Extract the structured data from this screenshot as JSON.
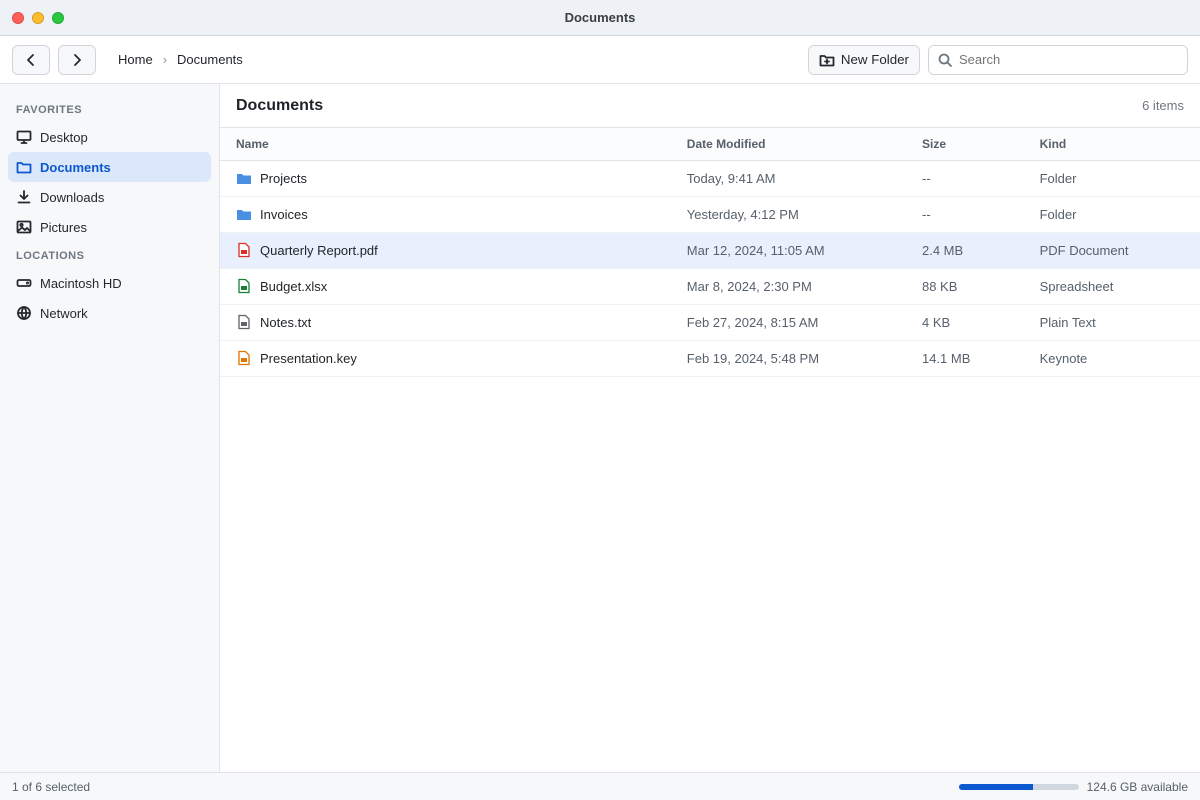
{
  "window": {
    "title": "Documents"
  },
  "toolbar": {
    "back_label": "",
    "forward_label": "",
    "new_folder_label": "New Folder",
    "breadcrumb": [
      "Home",
      "Documents"
    ],
    "search_placeholder": "Search"
  },
  "sidebar": {
    "heading_favorites": "Favorites",
    "favorites": [
      {
        "label": "Desktop",
        "icon": "desktop-icon"
      },
      {
        "label": "Documents",
        "icon": "folder-icon",
        "active": true
      },
      {
        "label": "Downloads",
        "icon": "download-icon"
      },
      {
        "label": "Pictures",
        "icon": "image-icon"
      }
    ],
    "heading_locations": "Locations",
    "locations": [
      {
        "label": "Macintosh HD",
        "icon": "drive-icon"
      },
      {
        "label": "Network",
        "icon": "network-icon"
      }
    ]
  },
  "main": {
    "title": "Documents",
    "item_count": "6 items",
    "columns": [
      "Name",
      "Date Modified",
      "Size",
      "Kind"
    ],
    "rows": [
      {
        "name": "Projects",
        "modified": "Today, 9:41 AM",
        "size": "--",
        "kind": "Folder",
        "type": "folder"
      },
      {
        "name": "Invoices",
        "modified": "Yesterday, 4:12 PM",
        "size": "--",
        "kind": "Folder",
        "type": "folder"
      },
      {
        "name": "Quarterly Report.pdf",
        "modified": "Mar 12, 2024, 11:05 AM",
        "size": "2.4 MB",
        "kind": "PDF Document",
        "type": "pdf",
        "selected": true
      },
      {
        "name": "Budget.xlsx",
        "modified": "Mar 8, 2024, 2:30 PM",
        "size": "88 KB",
        "kind": "Spreadsheet",
        "type": "sheet"
      },
      {
        "name": "Notes.txt",
        "modified": "Feb 27, 2024, 8:15 AM",
        "size": "4 KB",
        "kind": "Plain Text",
        "type": "text"
      },
      {
        "name": "Presentation.key",
        "modified": "Feb 19, 2024, 5:48 PM",
        "size": "14.1 MB",
        "kind": "Keynote",
        "type": "slides"
      }
    ]
  },
  "statusbar": {
    "selection": "1 of 6 selected",
    "storage_text": "124.6 GB available",
    "storage_used_fraction": 0.62
  },
  "colors": {
    "accent": "#0b57d0",
    "folder": "#4a90e2",
    "pdf": "#d93025",
    "sheet": "#188038",
    "text": "#5f6368",
    "slides": "#e37400"
  }
}
